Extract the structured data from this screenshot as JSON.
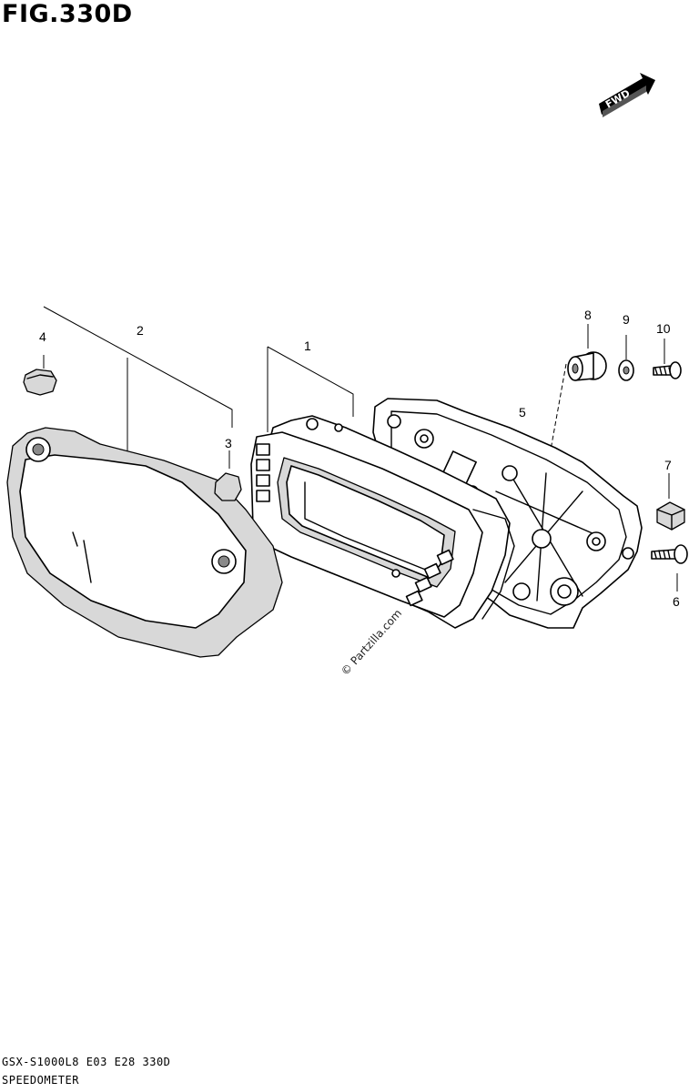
{
  "figure": {
    "title": "FIG.330D",
    "fwd_label": "FWD",
    "watermark": "© Partzilla.com"
  },
  "callouts": [
    "1",
    "2",
    "3",
    "4",
    "5",
    "6",
    "7",
    "8",
    "9",
    "10"
  ],
  "footer": {
    "code": "GSX-S1000L8 E03 E28 330D",
    "name": "SPEEDOMETER"
  }
}
